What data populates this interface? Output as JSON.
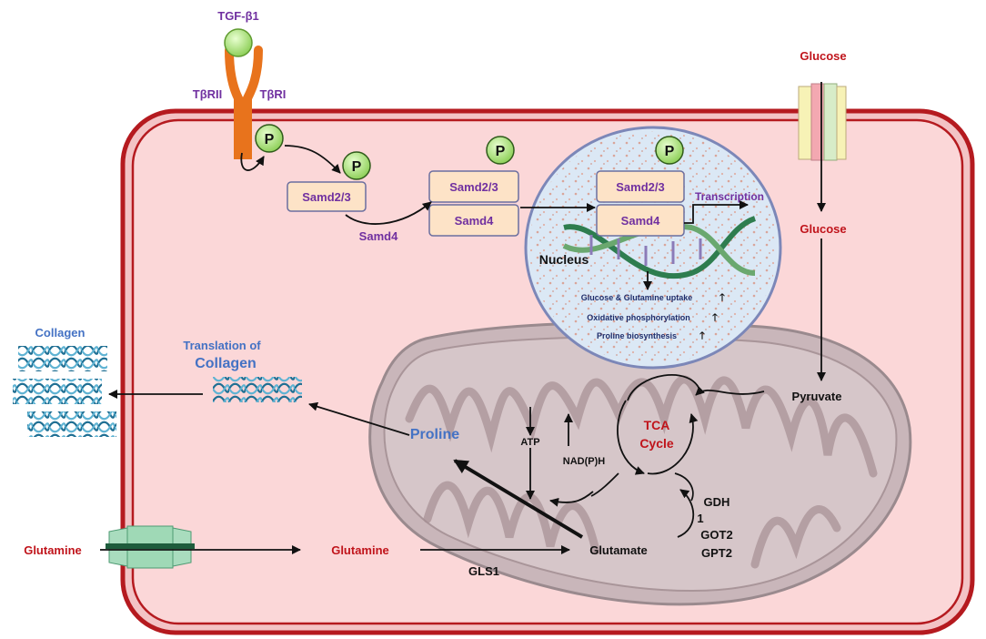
{
  "labels": {
    "tgf": "TGF-β1",
    "tbrii": "TβRII",
    "tbri": "TβRI",
    "p": "P",
    "samd23": "Samd2/3",
    "samd4": "Samd4",
    "transcription": "Transcription",
    "nucleus": "Nucleus",
    "uptake": "Glucose & Glutamine uptake",
    "oxphos": "Oxidative phosphorylation",
    "proline_bio": "Proline biosynthesis",
    "up_arrow": "🡑",
    "glucose": "Glucose",
    "pyruvate": "Pyruvate",
    "tca_line1": "TCA",
    "tca_line2": "Cycle",
    "atp": "ATP",
    "nadph": "NAD(P)H",
    "proline": "Proline",
    "gdh": "GDH",
    "one": "1",
    "got2": "GOT2",
    "gpt2": "GPT2",
    "glutamine": "Glutamine",
    "glutamate": "Glutamate",
    "gls1": "GLS1",
    "collagen": "Collagen",
    "translation_line1": "Translation of",
    "translation_line2": "Collagen"
  },
  "colors": {
    "cell_fill": "#fbd7d8",
    "membrane": "#b51a1f",
    "red_text": "#c0141b",
    "purple_text": "#7030a0",
    "blue_text": "#4472c4",
    "nucleus_fill": "#dbe8f5",
    "mito_fill": "#c8b5b9",
    "samd_fill": "#fde3c7",
    "p_fill": "#b7e58a",
    "collagen": "#3a8cae"
  }
}
